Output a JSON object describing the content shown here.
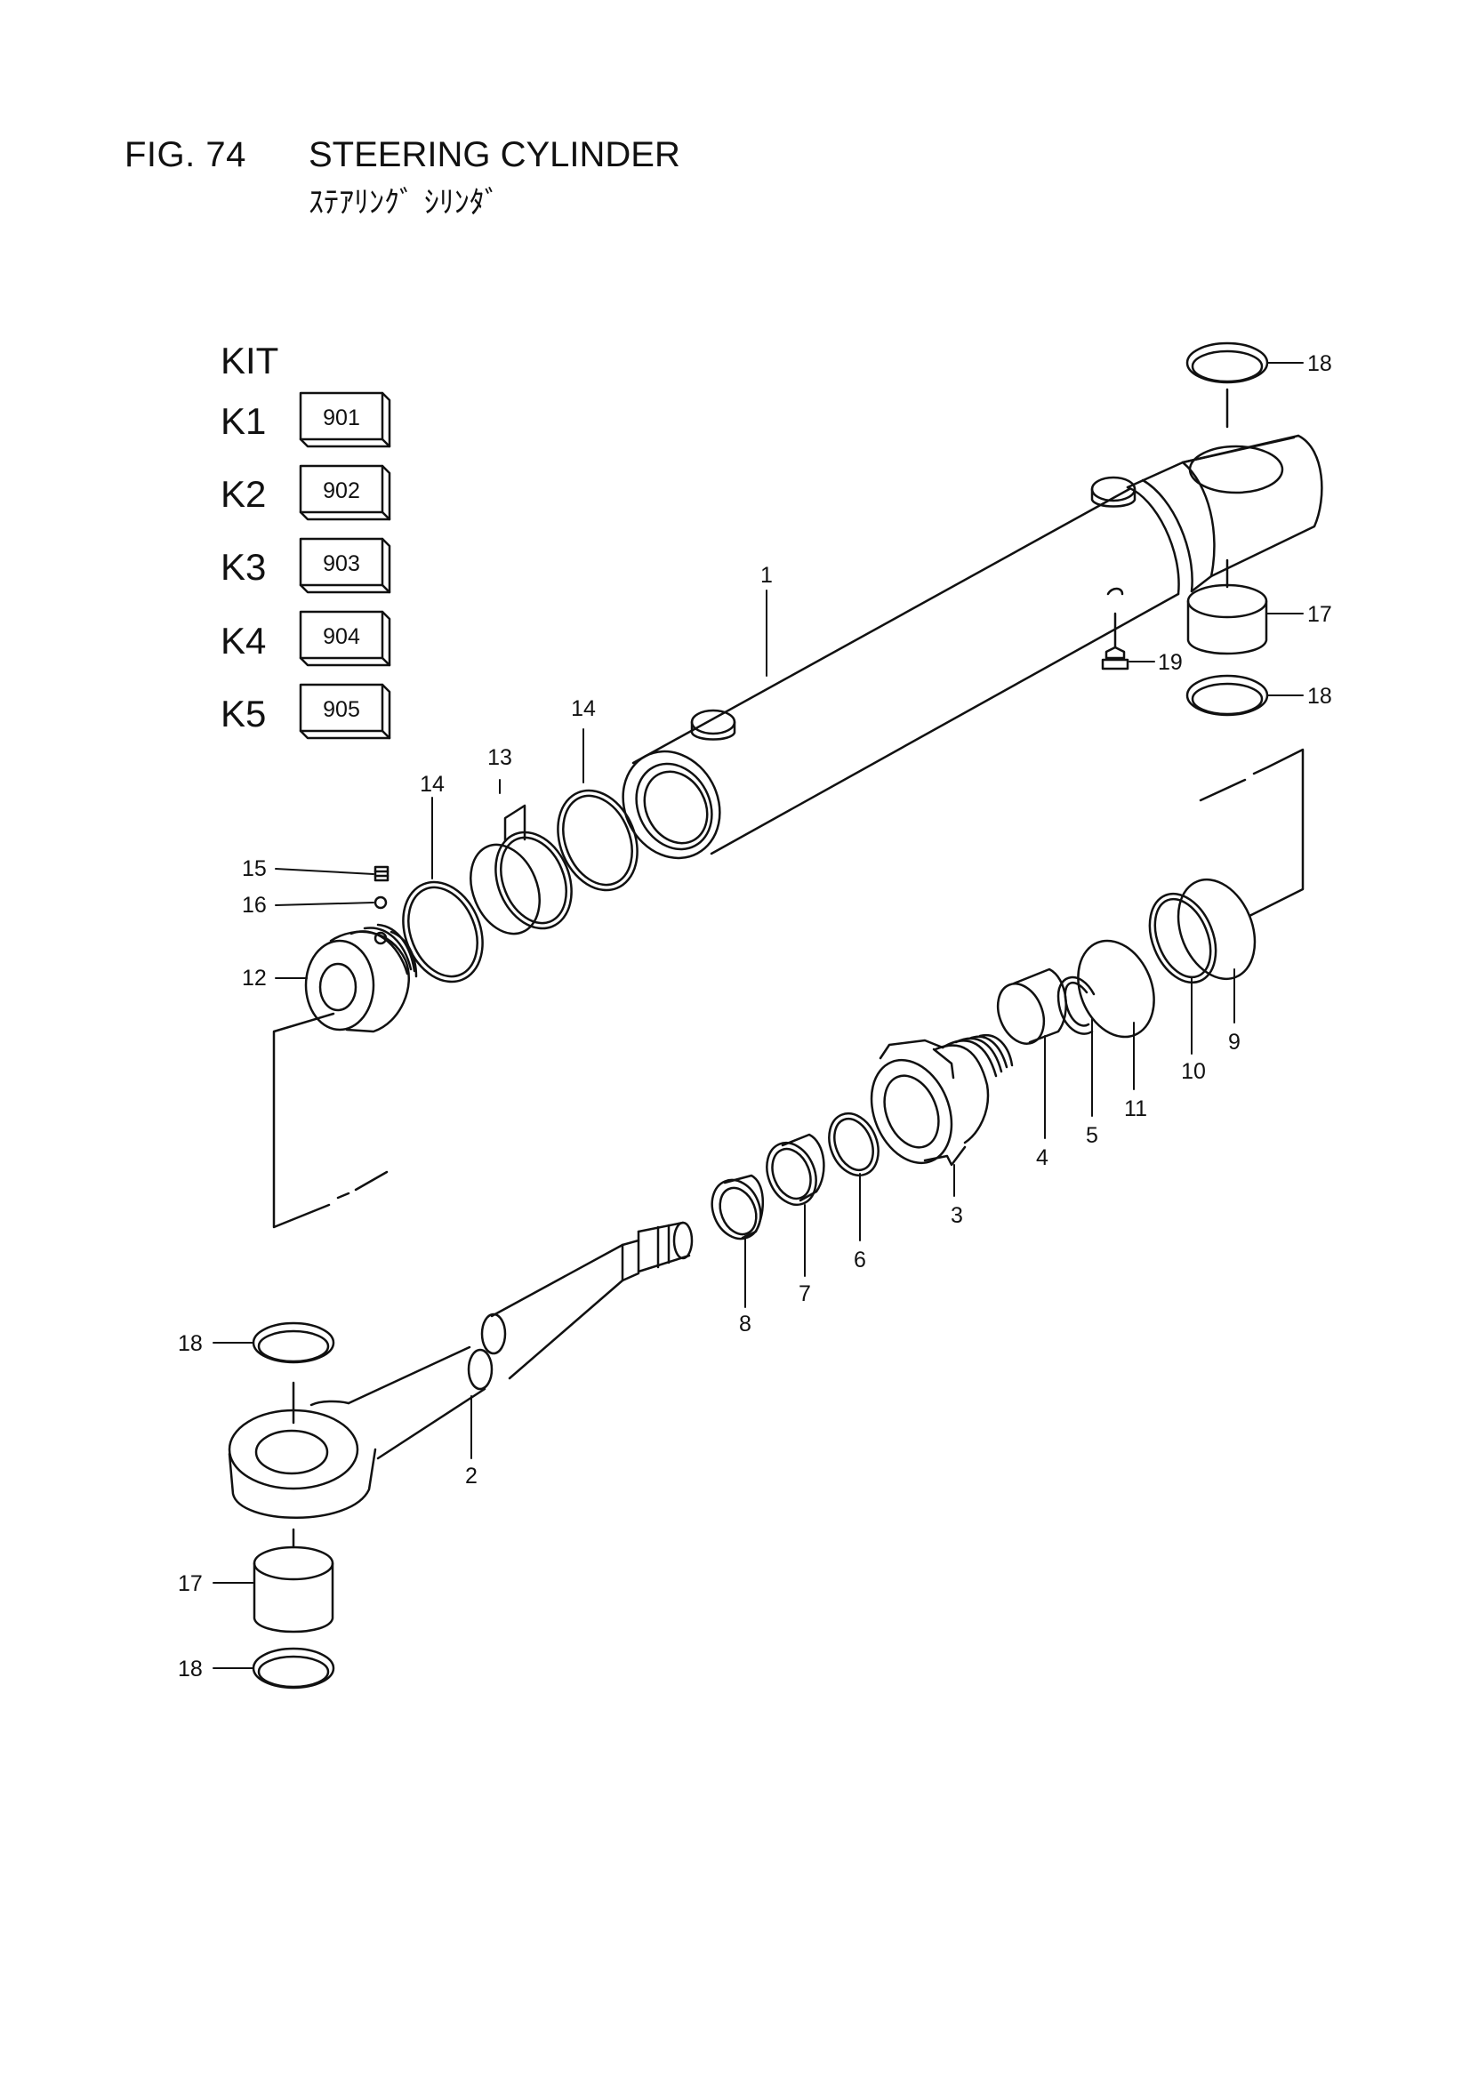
{
  "header": {
    "fig_number": "FIG. 74",
    "title": "STEERING CYLINDER",
    "subtitle_jp": "ｽﾃｱﾘﾝｸﾞ ｼﾘﾝﾀﾞ"
  },
  "kit": {
    "heading": "KIT",
    "items": [
      {
        "label": "K1",
        "code": "901"
      },
      {
        "label": "K2",
        "code": "902"
      },
      {
        "label": "K3",
        "code": "903"
      },
      {
        "label": "K4",
        "code": "904"
      },
      {
        "label": "K5",
        "code": "905"
      }
    ]
  },
  "callouts": {
    "p1": "1",
    "p2": "2",
    "p3": "3",
    "p4": "4",
    "p5": "5",
    "p6": "6",
    "p7": "7",
    "p8": "8",
    "p9": "9",
    "p10": "10",
    "p11": "11",
    "p12": "12",
    "p13": "13",
    "p14a": "14",
    "p14b": "14",
    "p15": "15",
    "p16": "16",
    "p17a": "17",
    "p17b": "17",
    "p18a": "18",
    "p18b": "18",
    "p18c": "18",
    "p18d": "18",
    "p19": "19"
  }
}
